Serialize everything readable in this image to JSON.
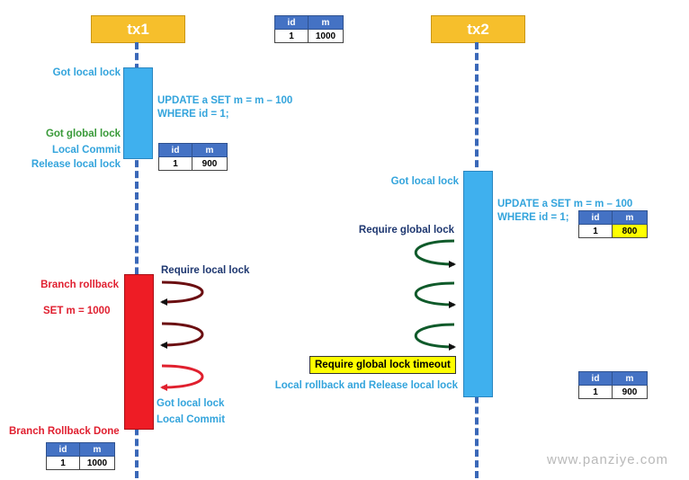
{
  "tx1": {
    "title": "tx1"
  },
  "tx2": {
    "title": "tx2"
  },
  "tables": {
    "top": {
      "cols": [
        "id",
        "m"
      ],
      "row": [
        "1",
        "1000"
      ]
    },
    "tx1_commit": {
      "cols": [
        "id",
        "m"
      ],
      "row": [
        "1",
        "900"
      ]
    },
    "tx2_update": {
      "cols": [
        "id",
        "m"
      ],
      "row": [
        "1",
        "800"
      ]
    },
    "tx2_rollback": {
      "cols": [
        "id",
        "m"
      ],
      "row": [
        "1",
        "900"
      ]
    },
    "bottom": {
      "cols": [
        "id",
        "m"
      ],
      "row": [
        "1",
        "1000"
      ]
    }
  },
  "labels": {
    "tx1_got_local_lock": "Got local lock",
    "tx1_update_line1": "UPDATE a SET m = m – 100",
    "tx1_update_line2": "WHERE id = 1;",
    "tx1_got_global_lock": "Got global lock",
    "tx1_local_commit": "Local Commit",
    "tx1_release_local_lock": "Release local lock",
    "branch_rollback": "Branch rollback",
    "set_m": "SET m = 1000",
    "require_local_lock": "Require local lock",
    "rollback_got_local_lock": "Got local lock",
    "rollback_local_commit": "Local Commit",
    "branch_rollback_done": "Branch Rollback Done",
    "tx2_got_local_lock": "Got local lock",
    "tx2_update_line1": "UPDATE a SET m = m – 100",
    "tx2_update_line2": "WHERE id = 1;",
    "require_global_lock": "Require global lock",
    "require_global_lock_timeout": "Require global lock timeout",
    "local_rollback_release": "Local rollback and Release local lock"
  },
  "watermark": "www.panziye.com",
  "colors": {
    "tx_header": "#f6bf2c",
    "lifeline": "#3a68b8",
    "blue_block": "#3fb0ee",
    "red_block": "#ee1c25",
    "table_header": "#4472c4",
    "highlight": "#ffff00",
    "retry_arrow_tx1": "#6b0f12",
    "retry_arrow_tx1_last": "#e0202e",
    "retry_arrow_tx2": "#0f5a2a"
  }
}
